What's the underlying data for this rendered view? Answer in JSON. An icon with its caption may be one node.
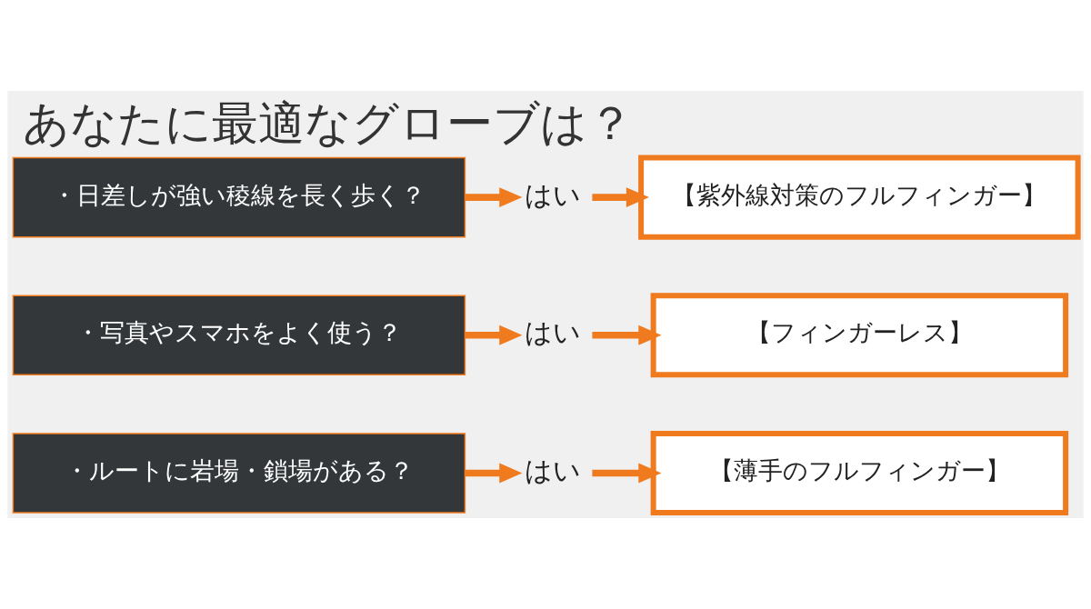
{
  "diagram": {
    "title": "あなたに最適なグローブは？",
    "nodes": [
      {
        "text": [
          "・ルートに岩場・鎖場がある？"
        ]
      },
      {
        "text": [
          "はい"
        ]
      },
      {
        "text": [
          "【薄手のフルフィンガー】"
        ]
      },
      {
        "text": [
          "・写真やスマホをよく使う？"
        ]
      },
      {
        "text": [
          "はい"
        ]
      },
      {
        "text": [
          "【フィンガーレス】"
        ]
      },
      {
        "text": [
          "・日差しが強い稜線を長く歩く？"
        ]
      },
      {
        "text": [
          "はい"
        ]
      },
      {
        "text": [
          "【紫外線対策のフルフィンガー】"
        ]
      }
    ],
    "edges": [
      {
        "from": 0,
        "to": 1,
        "arrow": "to"
      },
      {
        "from": 1,
        "to": 2,
        "arrow": "to"
      },
      {
        "from": 3,
        "to": 4,
        "arrow": "to"
      },
      {
        "from": 4,
        "to": 5,
        "arrow": "to"
      },
      {
        "from": 6,
        "to": 7,
        "arrow": "to"
      },
      {
        "from": 7,
        "to": 8,
        "arrow": "to"
      }
    ]
  }
}
